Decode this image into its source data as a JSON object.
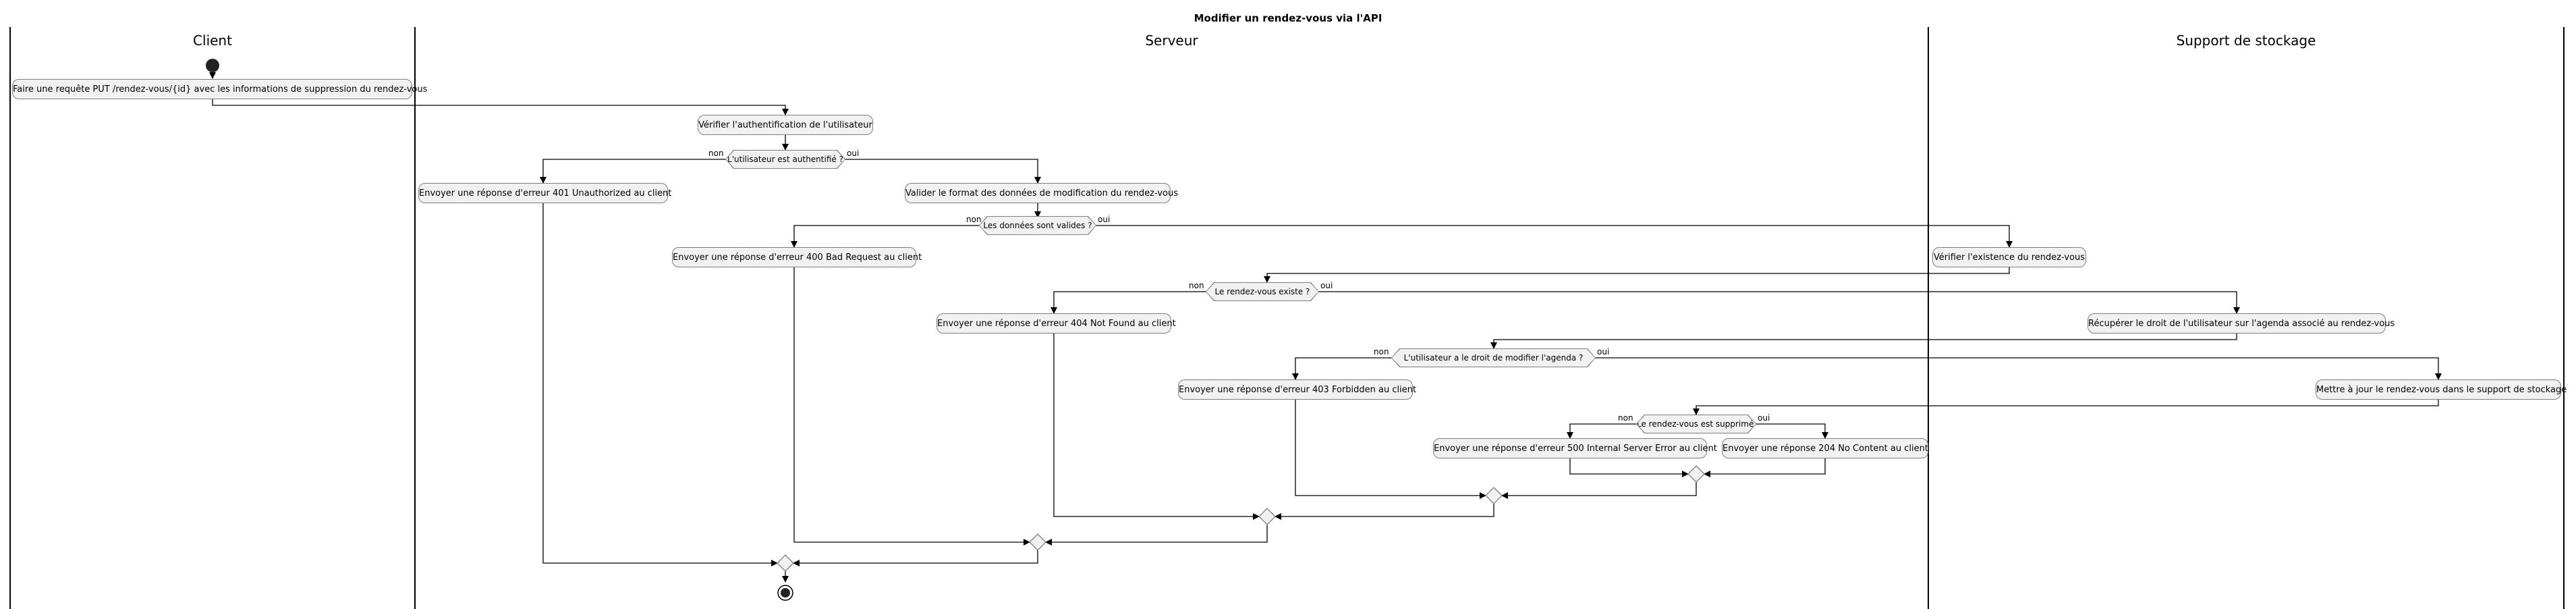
{
  "title": "Modifier un rendez-vous via l'API",
  "lanes": {
    "client": "Client",
    "server": "Serveur",
    "storage": "Support de stockage"
  },
  "actions": {
    "a1": "Faire une requête PUT /rendez-vous/{id} avec les informations de suppression du rendez-vous",
    "a2": "Vérifier l'authentification de l'utilisateur",
    "a3": "Envoyer une réponse d'erreur 401 Unauthorized au client",
    "a4": "Valider le format des données de modification du rendez-vous",
    "a5": "Envoyer une réponse d'erreur 400 Bad Request au client",
    "a6": "Vérifier l'existence du rendez-vous",
    "a7": "Envoyer une réponse d'erreur 404 Not Found au client",
    "a8": "Récupérer le droit de l'utilisateur sur l'agenda associé au rendez-vous",
    "a9": "Envoyer une réponse d'erreur 403 Forbidden au client",
    "a10": "Mettre à jour le rendez-vous dans le support de stockage",
    "a11": "Envoyer une réponse d'erreur 500 Internal Server Error au client",
    "a12": "Envoyer une réponse 204 No Content au client"
  },
  "conditions": {
    "c1": "L'utilisateur est authentifié ?",
    "c2": "Les données sont valides ?",
    "c3": "Le rendez-vous existe ?",
    "c4": "L'utilisateur a le droit de modifier l'agenda ?",
    "c5": "Le rendez-vous est supprimé ?"
  },
  "branch_labels": {
    "no": "non",
    "yes": "oui"
  }
}
